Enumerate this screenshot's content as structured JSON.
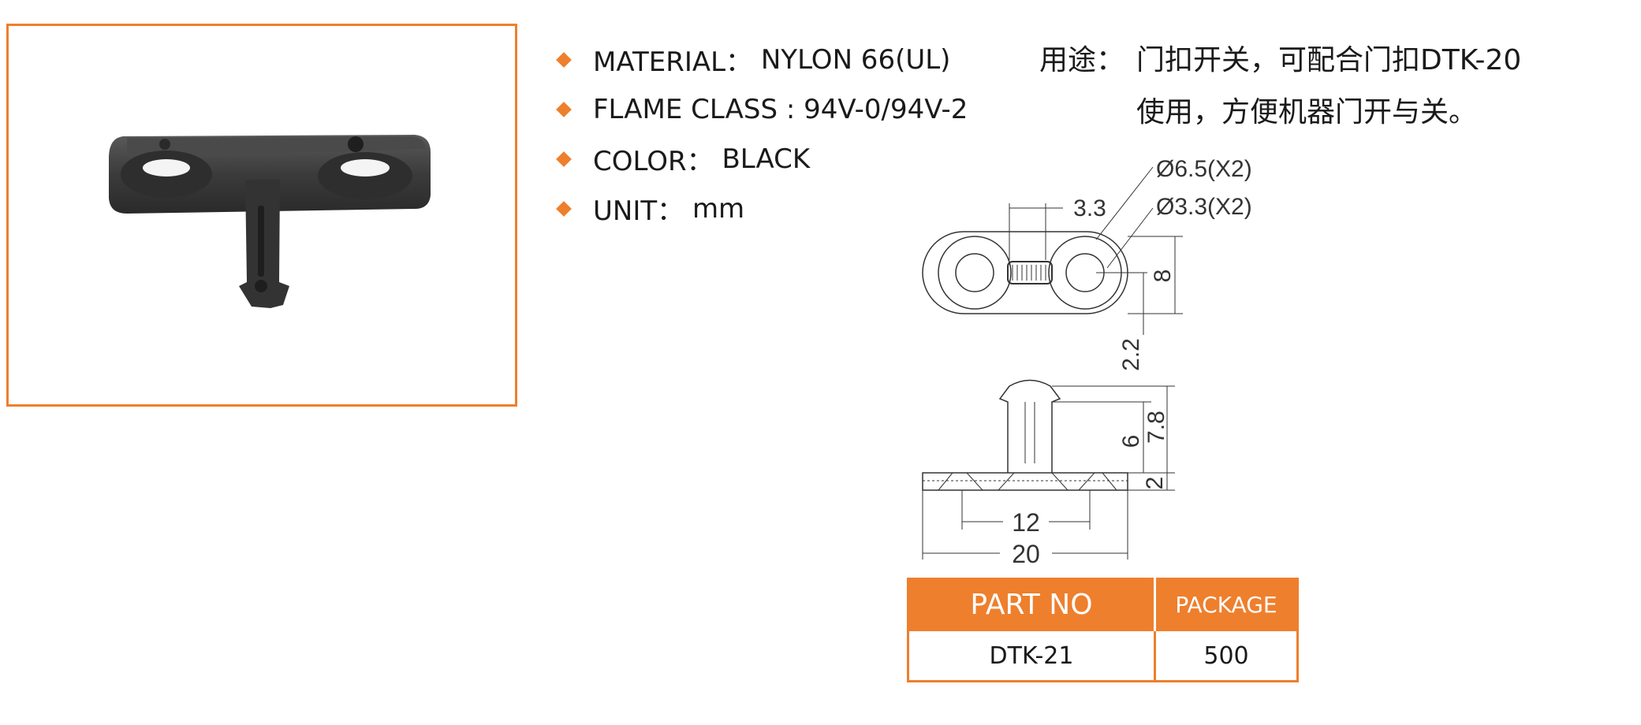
{
  "specs": [
    {
      "label": "MATERIAL：",
      "value": "NYLON 66(UL)"
    },
    {
      "label": "FLAME CLASS :",
      "value": "94V-0/94V-2"
    },
    {
      "label": "COLOR：",
      "value": "BLACK"
    },
    {
      "label": "UNIT：",
      "value": "mm"
    }
  ],
  "usage": {
    "label": "用途：",
    "line1": "门扣开关，可配合门扣DTK-20",
    "line2": "使用，方便机器门开与关。"
  },
  "drawing": {
    "hole_large": "Ø6.5(X2)",
    "hole_small": "Ø3.3(X2)",
    "dim_3_3": "3.3",
    "dim_8": "8",
    "dim_2_2": "2.2",
    "dim_6": "6",
    "dim_7_8": "7.8",
    "dim_2": "2",
    "dim_12": "12",
    "dim_20": "20"
  },
  "table": {
    "headers": [
      "PART NO",
      "PACKAGE"
    ],
    "rows": [
      [
        "DTK-21",
        "500"
      ]
    ]
  },
  "colors": {
    "accent": "#ee7f2d",
    "product": "#3a3a3a"
  },
  "icons": {
    "bullet": "orange-diamond-icon"
  }
}
